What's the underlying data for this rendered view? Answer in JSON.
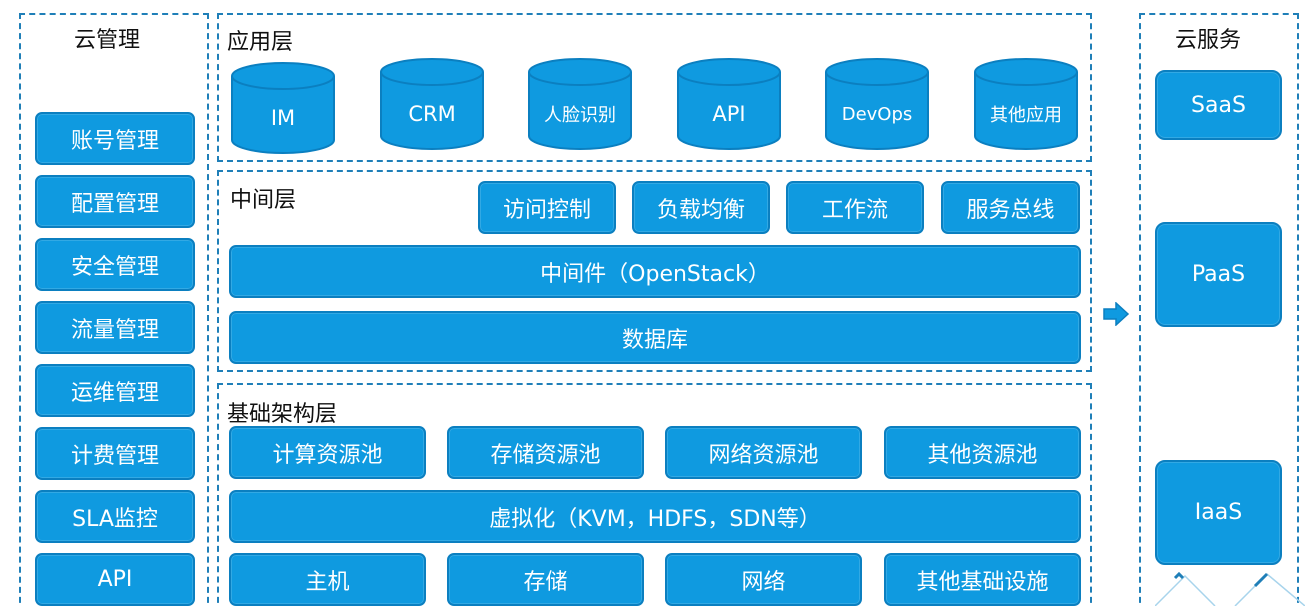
{
  "cloud_management": {
    "title": "云管理",
    "items": [
      "账号管理",
      "配置管理",
      "安全管理",
      "流量管理",
      "运维管理",
      "计费管理",
      "SLA监控",
      "API"
    ]
  },
  "application_layer": {
    "title": "应用层",
    "apps": [
      "IM",
      "CRM",
      "人脸识别",
      "API",
      "DevOps",
      "其他应用"
    ]
  },
  "middle_layer": {
    "title": "中间层",
    "services": [
      "访问控制",
      "负载均衡",
      "工作流",
      "服务总线"
    ],
    "middleware": "中间件（OpenStack）",
    "database": "数据库"
  },
  "infrastructure_layer": {
    "title": "基础架构层",
    "pools": [
      "计算资源池",
      "存储资源池",
      "网络资源池",
      "其他资源池"
    ],
    "virtualization": "虚拟化（KVM，HDFS，SDN等）",
    "hardware": [
      "主机",
      "存储",
      "网络",
      "其他基础设施"
    ]
  },
  "cloud_services": {
    "title": "云服务",
    "items": [
      "SaaS",
      "PaaS",
      "IaaS"
    ]
  },
  "colors": {
    "box_fill": "#0f9ae0",
    "box_border": "#0b7fc0",
    "dashed_border": "#1f7fb8"
  }
}
